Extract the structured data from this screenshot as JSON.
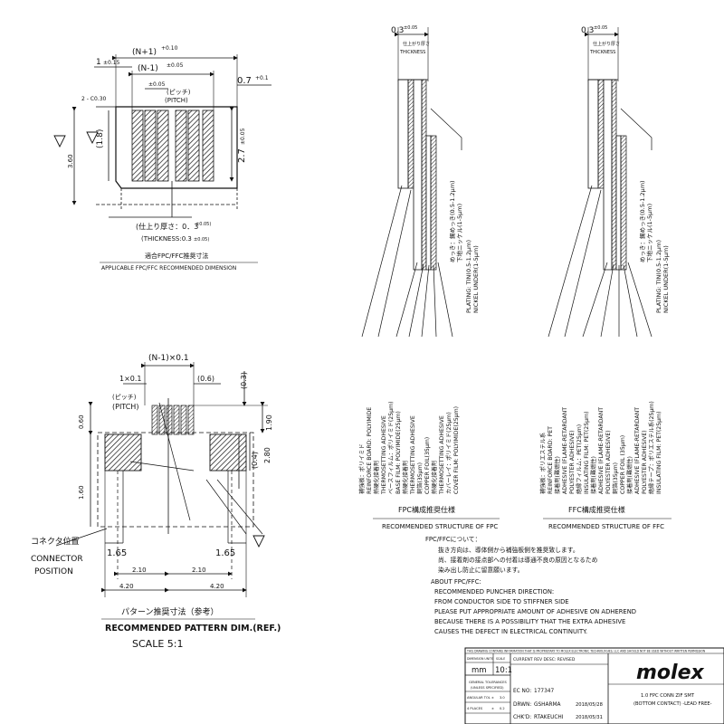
{
  "top_left": {
    "dim_n_plus_1": "(N+1)",
    "dim_n_plus_1_tol": "+0.10",
    "dim_n_minus_1": "(N-1)",
    "dim_n_minus_1_tol": "±0.05",
    "dim_1": "1",
    "dim_1_tol": "±0.15",
    "pitch_label_jp": "(ピッチ)",
    "pitch_label": "(PITCH)",
    "pitch_tol": "±0.05",
    "dim_07": "0.7",
    "dim_07_tol": "+0.1",
    "chamfer": "2 - C0.30",
    "dim_18": "(1.8)",
    "dim_360": "3.60",
    "dim_27": "2.7",
    "dim_27_tol": "±0.05",
    "thickness_jp": "(仕上り厚さ：0．3",
    "thickness_jp_tol": "±0.05)",
    "thickness": "(THICKNESS:0.3",
    "thickness_tol": "±0.05)",
    "caption_jp": "適合FPC/FFC推奨寸法",
    "caption": "APPLICABLE FPC/FFC RECOMMENDED DIMENSION"
  },
  "bottom_left": {
    "dim_n_minus_1": "(N-1)×0.1",
    "dim_1_01": "1×0.1",
    "pitch_jp": "(ピッチ)",
    "pitch": "(PITCH)",
    "dim_06": "(0.6)",
    "dim_03": "(0.3)",
    "dim_060": "0.60",
    "dim_190": "1.90",
    "dim_280": "2.80",
    "dim_04": "(0.4)",
    "dim_160": "1.60",
    "connector_jp": "コネクタ位置",
    "connector": "CONNECTOR",
    "position": "POSITION",
    "dim_165_left": "1.65",
    "dim_165_right": "1.65",
    "dim_210_left": "2.10",
    "dim_210_right": "2.10",
    "dim_420_left": "4.20",
    "dim_420_right": "4.20",
    "title_jp": "パターン推奨寸法（参考）",
    "title": "RECOMMENDED PATTERN DIM.(REF.)",
    "scale": "SCALE 5:1"
  },
  "fpc": {
    "thickness_dim": "0.3",
    "thickness_tol": "±0.05",
    "thickness_jp": "仕上がり厚さ",
    "thickness_label": "THICKNESS",
    "plating_lines": [
      "めっき：錫めっき(0.5-1.2μm)",
      "下地ニッケル(1-5μm)",
      "PLATING: TIN(0.5-1.2μm)",
      "NICKEL UNDER(1-5μm)"
    ],
    "layers": [
      "補強板：ポリイミド",
      "REINFORCE BOARD: POLYIMIDE",
      "熱硬化接着剤",
      "THERMOSETTING ADHESIVE",
      "ベースフィルム：ポリイミド(25μm)",
      "BASE FILM: POLYIMIDE(25μm)",
      "熱硬化接着剤",
      "THERMOSETTING ADHESIVE",
      "銅箔(35μm)",
      "COPPER FOIL(35μm)",
      "熱硬化接着剤",
      "THERMOSETTING ADHESIVE",
      "カバーレイ：ポリイミド(25μm)",
      "COVER FILM: POLYIMIDE(25μm)"
    ],
    "caption_jp": "FPC構成推奨仕様",
    "caption": "RECOMMENDED STRUCTURE OF FPC"
  },
  "ffc": {
    "thickness_dim": "0.3",
    "thickness_tol": "±0.05",
    "thickness_jp": "仕上がり厚さ",
    "thickness_label": "THICKNESS",
    "plating_lines": [
      "めっき：錫めっき(0.5-1.2μm)",
      "下地ニッケル(1-5μm)",
      "PLATING: TIN(0.5-1.2μm)",
      "NICKEL UNDER(1-5μm)"
    ],
    "layers": [
      "補強板：ポリエステル系",
      "REINFORCE BOARD: PET",
      "接着剤(難燃性)",
      "ADHESIVE (FLAME-RETARDANT",
      "POLYESTER ADHESIVE)",
      "絶縁フィルム：PET(25μm)",
      "INSULATING FILM: PET(25μm)",
      "接着剤(難燃性)",
      "ADHESIVE (FLAME-RETARDANT",
      "POLYESTER ADHESIVE)",
      "銅箔(35μm)",
      "COPPER FOIL (35μm)",
      "接着剤(難燃性)",
      "ADHESIVE (FLAME-RETARDANT",
      "POLYESTER ADHESIVE)",
      "絶縁テープ：ポリエステル系(25μm)",
      "INSULATING FILM: PET(25μm)"
    ],
    "caption_jp": "FFC構成推奨仕様",
    "caption": "RECOMMENDED STRUCTURE OF FFC"
  },
  "notes": {
    "lines": [
      "FPC/FFCについて：",
      "抜き方向は、導体側から補強板側を推奨致します。",
      "尚、接着剤の接点部への付着は導通不良の原因となるため",
      "染み出し防止に留意願います。",
      "ABOUT FPC/FFC:",
      "RECOMMENDED PUNCHER DIRECTION:",
      "FROM CONDUCTOR SIDE TO STIFFNER SIDE",
      "PLEASE PUT APPROPRIATE AMOUNT OF ADHESIVE ON ADHEREND",
      "BECAUSE THERE IS A POSSIBILITY THAT THE EXTRA ADHESIVE",
      "CAUSES THE   DEFECT IN ELECTRICAL CONTINUITY."
    ]
  },
  "title_block": {
    "notice": "THIS DRAWING CONTAINS INFORMATION THAT IS PROPRIETARY TO MOLEX ELECTRONIC TECHNOLOGIES, LLC AND SHOULD NOT BE USED WITHOUT WRITTEN PERMISSION",
    "dimension_units_label": "DIMENSION UNITS",
    "scale_label": "SCALE",
    "units": "mm",
    "scale": "10:1",
    "general_tolerances": "GENERAL TOLERANCES",
    "unless_specified": "(UNLESS SPECIFIED)",
    "angular_tol": "ANGULAR TOL ±",
    "angular_tol_val": "3.0",
    "places_label": "4 PLACES",
    "places_val": "±",
    "places_num": "0.2",
    "current_rev": "CURRENT REV DESC: REVISED",
    "ec_label": "EC NO:",
    "ec_no": "177347",
    "drwn_label": "DRWN:",
    "drwn": "GSHARMA",
    "drwn_date": "2018/05/28",
    "chkd_label": "CHK'D:",
    "chkd": "RTAKEUCHI",
    "chkd_date": "2018/05/31",
    "logo": "molex",
    "product_line1": "1.0 FPC CONN ZIF SMT",
    "product_line2": "(BOTTOM CONTACT) -LEAD FREE-"
  }
}
